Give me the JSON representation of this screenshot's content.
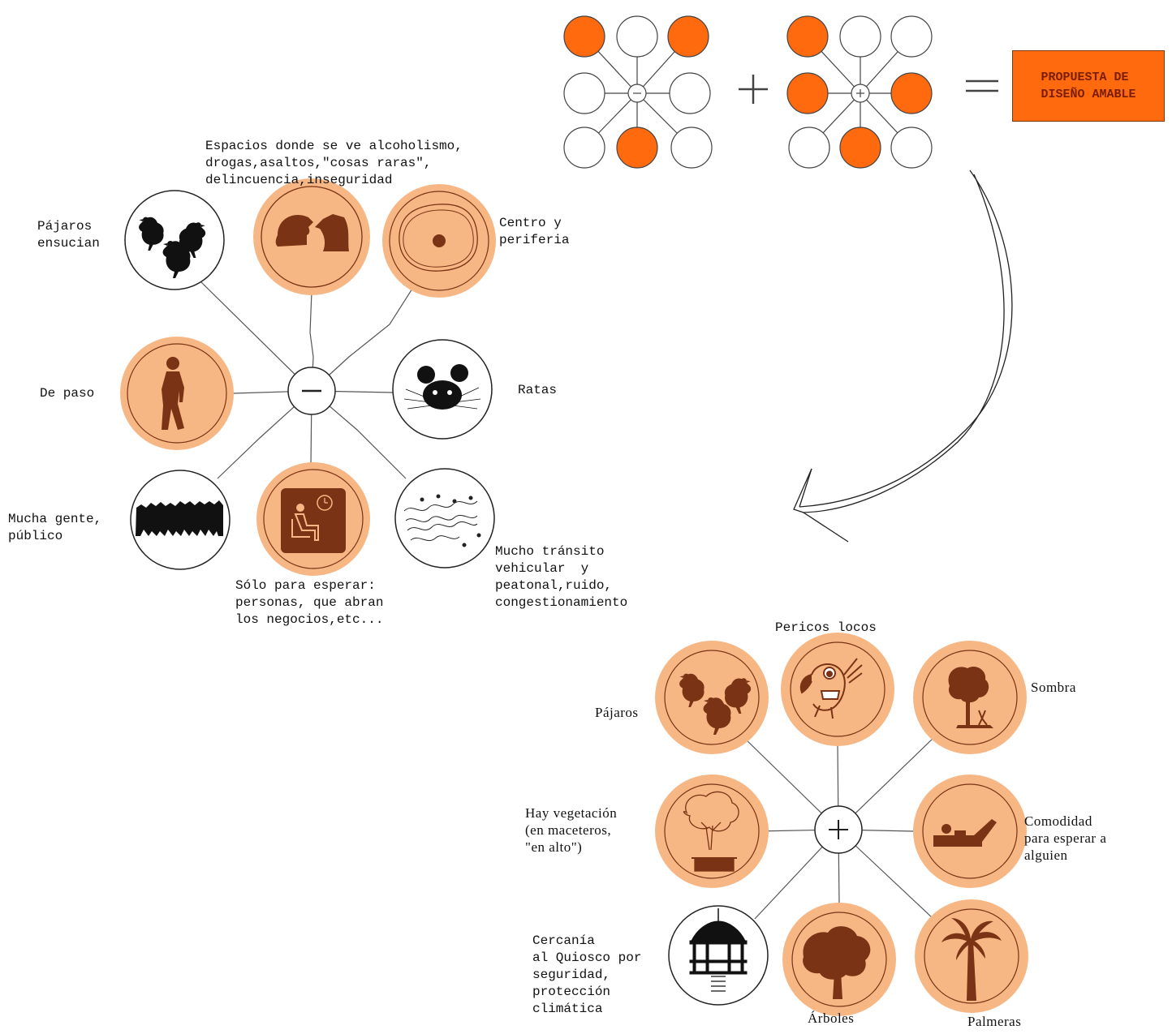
{
  "colors": {
    "accent_orange": "#ff6a0e",
    "soft_orange": "#f7b784",
    "icon_brown": "#7a3314",
    "line_gray": "#555555",
    "ink": "#111111"
  },
  "top_equation": {
    "plus_symbol": "+",
    "equals_symbol": "=",
    "minus_hub_symbol": "−",
    "plus_hub_symbol": "+",
    "result_label": "PROPUESTA DE\nDISEÑO AMABLE"
  },
  "negative_diagram": {
    "hub_symbol": "−",
    "labels": {
      "espacios": "Espacios donde se ve alcoholismo,\ndrogas,asaltos,\"cosas raras\",\ndelincuencia,inseguridad",
      "pajaros": "Pájaros\nensucian",
      "centro": "Centro y\nperiferia",
      "de_paso": "De paso",
      "ratas": "Ratas",
      "mucha_gente": "Mucha gente,\npúblico",
      "solo_esperar": "Sólo para esperar:\npersonas, que abran\nlos negocios,etc...",
      "transito": "Mucho tránsito\nvehicular  y\npeatonal,ruido,\ncongestionamiento"
    },
    "icons": {
      "pajaros": "pigeons-icon",
      "espacios": "drinking-people-icon",
      "centro": "center-periphery-icon",
      "de_paso": "walking-person-icon",
      "ratas": "rat-icon",
      "mucha_gente": "crowd-icon",
      "solo_esperar": "waiting-seat-icon",
      "transito": "traffic-icon"
    }
  },
  "positive_diagram": {
    "hub_symbol": "+",
    "labels": {
      "pericos": "Pericos locos",
      "pajaros": "Pájaros",
      "sombra": "Sombra",
      "vegetacion": "Hay vegetación\n(en maceteros,\n\"en alto\")",
      "comodidad": "Comodidad\npara esperar a\nalguien",
      "quiosco": "Cercanía\nal Quiosco por\nseguridad,\nprotección\nclimática",
      "arboles": "Árboles",
      "palmeras": "Palmeras"
    },
    "icons": {
      "pajaros": "birds-icon",
      "pericos": "parrot-icon",
      "sombra": "shade-tree-icon",
      "vegetacion": "potted-tree-icon",
      "comodidad": "reclining-person-icon",
      "quiosco": "kiosk-icon",
      "arboles": "tree-icon",
      "palmeras": "palm-tree-icon"
    }
  }
}
